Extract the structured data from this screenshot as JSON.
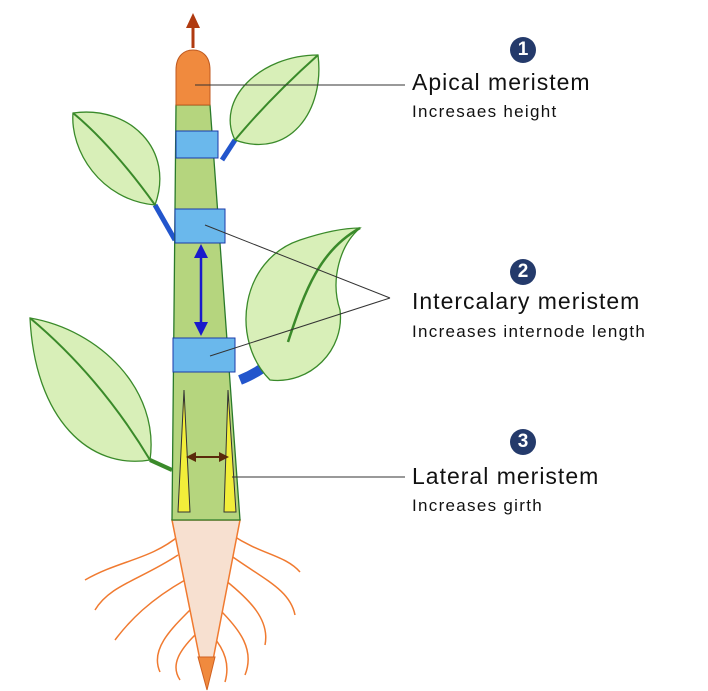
{
  "labels": [
    {
      "number": "1",
      "title": "Apical meristem",
      "description": "Incresaes height"
    },
    {
      "number": "2",
      "title": "Intercalary meristem",
      "description": "Increases internode length"
    },
    {
      "number": "3",
      "title": "Lateral meristem",
      "description": "Increases girth"
    }
  ],
  "colors": {
    "stem": "#b5d57e",
    "leaf": "#d8efb8",
    "apical": "#f08a3e",
    "intercalary": "#6ab8ec",
    "lateral": "#f2ee3a",
    "root": "#f7e0d0",
    "badge": "#243a6b"
  }
}
